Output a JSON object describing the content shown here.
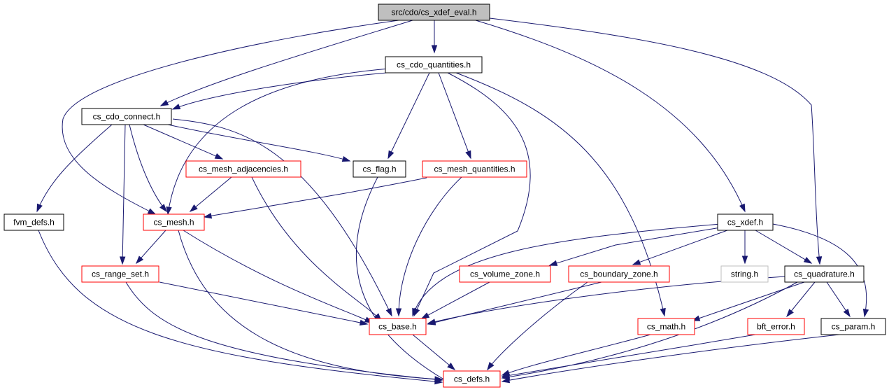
{
  "colors": {
    "edge": "#191970",
    "root_fill": "#bfbfbf",
    "border_normal": "#000000",
    "border_red": "#ff0000",
    "border_grey": "#bfbfbf"
  },
  "nodes": [
    {
      "id": "root",
      "label": "src/cdo/cs_xdef_eval.h",
      "style": "root"
    },
    {
      "id": "cdo_quantities",
      "label": "cs_cdo_quantities.h",
      "style": "normal"
    },
    {
      "id": "cdo_connect",
      "label": "cs_cdo_connect.h",
      "style": "normal"
    },
    {
      "id": "mesh_adjacencies",
      "label": "cs_mesh_adjacencies.h",
      "style": "red"
    },
    {
      "id": "flag",
      "label": "cs_flag.h",
      "style": "normal"
    },
    {
      "id": "mesh_quantities",
      "label": "cs_mesh_quantities.h",
      "style": "red"
    },
    {
      "id": "fvm_defs",
      "label": "fvm_defs.h",
      "style": "normal"
    },
    {
      "id": "mesh",
      "label": "cs_mesh.h",
      "style": "red"
    },
    {
      "id": "xdef",
      "label": "cs_xdef.h",
      "style": "normal"
    },
    {
      "id": "range_set",
      "label": "cs_range_set.h",
      "style": "red"
    },
    {
      "id": "volume_zone",
      "label": "cs_volume_zone.h",
      "style": "red"
    },
    {
      "id": "boundary_zone",
      "label": "cs_boundary_zone.h",
      "style": "red"
    },
    {
      "id": "string",
      "label": "string.h",
      "style": "grey"
    },
    {
      "id": "quadrature",
      "label": "cs_quadrature.h",
      "style": "normal"
    },
    {
      "id": "base",
      "label": "cs_base.h",
      "style": "red"
    },
    {
      "id": "math",
      "label": "cs_math.h",
      "style": "red"
    },
    {
      "id": "bft_error",
      "label": "bft_error.h",
      "style": "red"
    },
    {
      "id": "param",
      "label": "cs_param.h",
      "style": "normal"
    },
    {
      "id": "defs",
      "label": "cs_defs.h",
      "style": "red"
    }
  ],
  "edges": [
    [
      "root",
      "cdo_quantities"
    ],
    [
      "root",
      "cdo_connect"
    ],
    [
      "root",
      "mesh"
    ],
    [
      "root",
      "xdef"
    ],
    [
      "root",
      "quadrature"
    ],
    [
      "cdo_quantities",
      "cdo_connect"
    ],
    [
      "cdo_quantities",
      "mesh"
    ],
    [
      "cdo_quantities",
      "flag"
    ],
    [
      "cdo_quantities",
      "mesh_quantities"
    ],
    [
      "cdo_quantities",
      "base"
    ],
    [
      "cdo_quantities",
      "math"
    ],
    [
      "cdo_connect",
      "fvm_defs"
    ],
    [
      "cdo_connect",
      "mesh"
    ],
    [
      "cdo_connect",
      "range_set"
    ],
    [
      "cdo_connect",
      "mesh_adjacencies"
    ],
    [
      "cdo_connect",
      "flag"
    ],
    [
      "cdo_connect",
      "base"
    ],
    [
      "mesh_adjacencies",
      "mesh"
    ],
    [
      "mesh_adjacencies",
      "base"
    ],
    [
      "flag",
      "defs"
    ],
    [
      "mesh_quantities",
      "mesh"
    ],
    [
      "mesh_quantities",
      "base"
    ],
    [
      "fvm_defs",
      "defs"
    ],
    [
      "mesh",
      "range_set"
    ],
    [
      "mesh",
      "base"
    ],
    [
      "mesh",
      "defs"
    ],
    [
      "range_set",
      "base"
    ],
    [
      "range_set",
      "defs"
    ],
    [
      "xdef",
      "base"
    ],
    [
      "xdef",
      "volume_zone"
    ],
    [
      "xdef",
      "boundary_zone"
    ],
    [
      "xdef",
      "string"
    ],
    [
      "xdef",
      "quadrature"
    ],
    [
      "xdef",
      "param"
    ],
    [
      "volume_zone",
      "base"
    ],
    [
      "boundary_zone",
      "base"
    ],
    [
      "boundary_zone",
      "defs"
    ],
    [
      "quadrature",
      "base"
    ],
    [
      "quadrature",
      "math"
    ],
    [
      "quadrature",
      "bft_error"
    ],
    [
      "quadrature",
      "param"
    ],
    [
      "quadrature",
      "defs"
    ],
    [
      "base",
      "defs"
    ],
    [
      "math",
      "defs"
    ],
    [
      "bft_error",
      "defs"
    ],
    [
      "param",
      "defs"
    ]
  ]
}
